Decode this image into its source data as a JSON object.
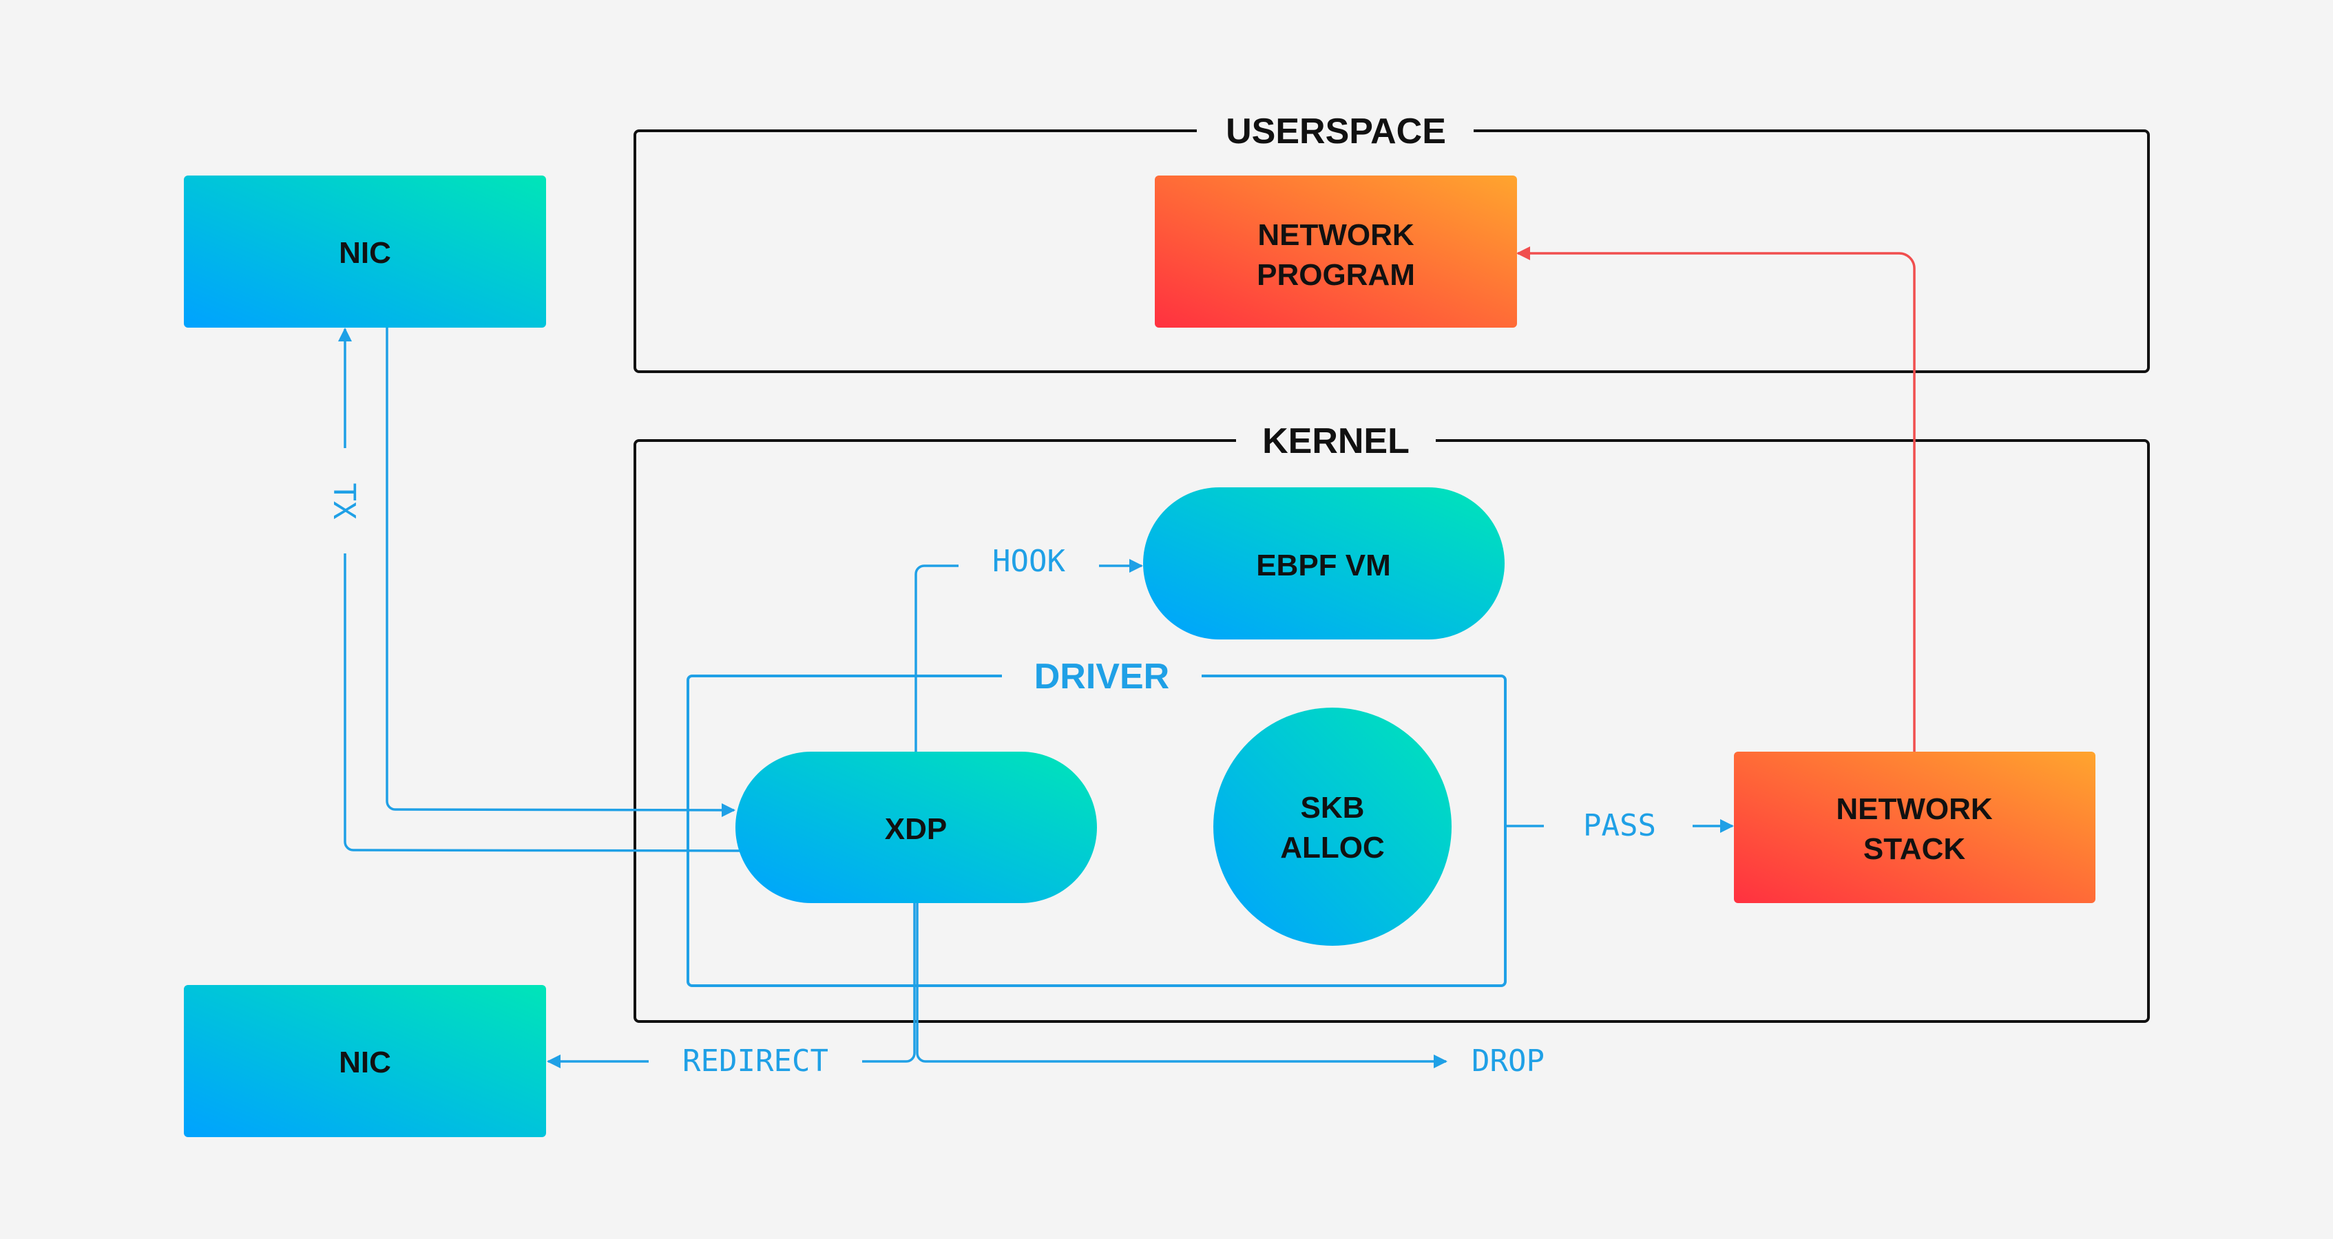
{
  "colors": {
    "background": "#f4f4f4",
    "frame_stroke": "#111111",
    "blue_edge": "#1fa0e6",
    "red_edge": "#f04e4e",
    "blue_gradient": [
      "#00a2ff",
      "#00e5b8"
    ],
    "orange_gradient": [
      "#ff3140",
      "#ffa52e"
    ]
  },
  "sections": {
    "userspace": "USERSPACE",
    "kernel": "KERNEL",
    "driver": "DRIVER"
  },
  "nodes": {
    "nic_top": "NIC",
    "nic_bottom": "NIC",
    "network_program": [
      "NETWORK",
      "PROGRAM"
    ],
    "ebpf_vm": "EBPF VM",
    "xdp": "XDP",
    "skb_alloc": [
      "SKB",
      "ALLOC"
    ],
    "network_stack": [
      "NETWORK",
      "STACK"
    ]
  },
  "edges": {
    "tx": "TX",
    "hook": "HOOK",
    "pass": "PASS",
    "redirect": "REDIRECT",
    "drop": "DROP"
  }
}
